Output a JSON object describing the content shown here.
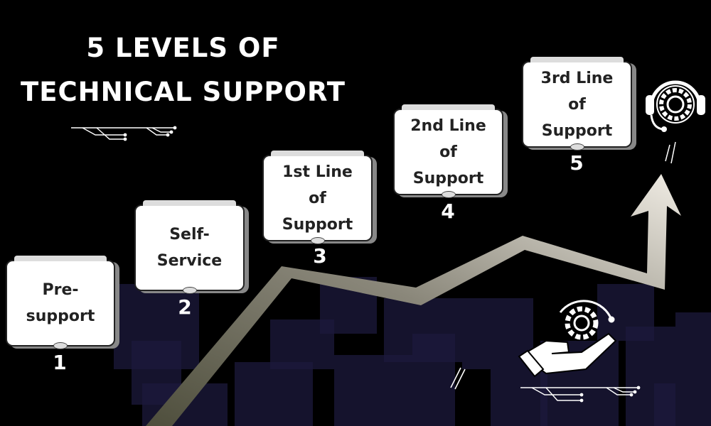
{
  "title": {
    "line1": "5 LEVELS OF",
    "line2": "TECHNICAL SUPPORT"
  },
  "levels": [
    {
      "number": "1",
      "label": "Pre-\nsupport"
    },
    {
      "number": "2",
      "label": "Self-\nService"
    },
    {
      "number": "3",
      "label": "1st Line\nof\nSupport"
    },
    {
      "number": "4",
      "label": "2nd Line\nof\nSupport"
    },
    {
      "number": "5",
      "label": "3rd Line\nof\nSupport"
    }
  ],
  "colors": {
    "background": "#000000",
    "card": "#ffffff",
    "arrow_start": "#5a5a44",
    "arrow_end": "#f0ece4",
    "squares": "#1c1a3c"
  },
  "icons": [
    "circuit-lines-icon",
    "headset-gear-icon",
    "hand-gear-icon",
    "growth-arrow-icon"
  ]
}
